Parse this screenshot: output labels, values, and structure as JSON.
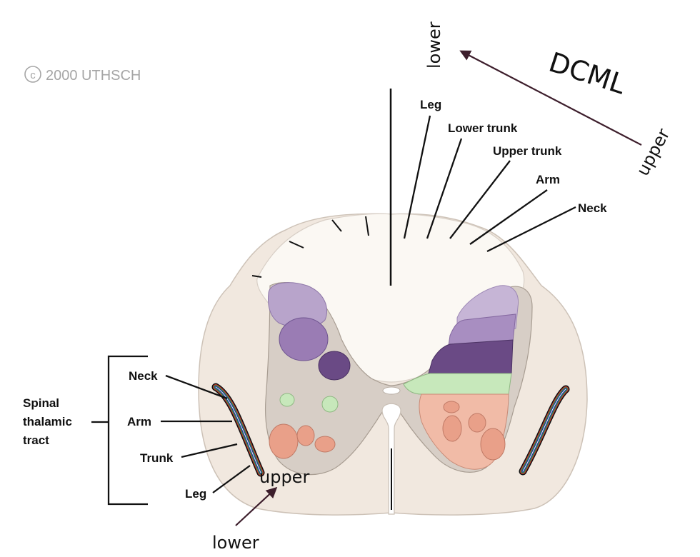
{
  "copyright": "2000 UTHSCH",
  "dcml": {
    "title": "DCML",
    "lower": "lower",
    "upper": "upper",
    "labels": {
      "leg": "Leg",
      "lower_trunk": "Lower trunk",
      "upper_trunk": "Upper trunk",
      "arm": "Arm",
      "neck": "Neck"
    }
  },
  "spinothalamic": {
    "group_label": [
      "Spinal",
      "thalamic",
      "tract"
    ],
    "labels": {
      "neck": "Neck",
      "arm": "Arm",
      "trunk": "Trunk",
      "leg": "Leg"
    },
    "upper": "upper",
    "lower": "lower"
  },
  "colors": {
    "white_matter": "#f1e8df",
    "dorsal_column": "#fbf8f3",
    "grey_matter": "#d7cec6",
    "purple_light": "#b8a4cb",
    "purple_mid": "#9a7cb4",
    "purple_dark": "#6a4a85",
    "green": "#c7e8bb",
    "salmon": "#e9a089",
    "arrow": "#3d1e2c"
  }
}
